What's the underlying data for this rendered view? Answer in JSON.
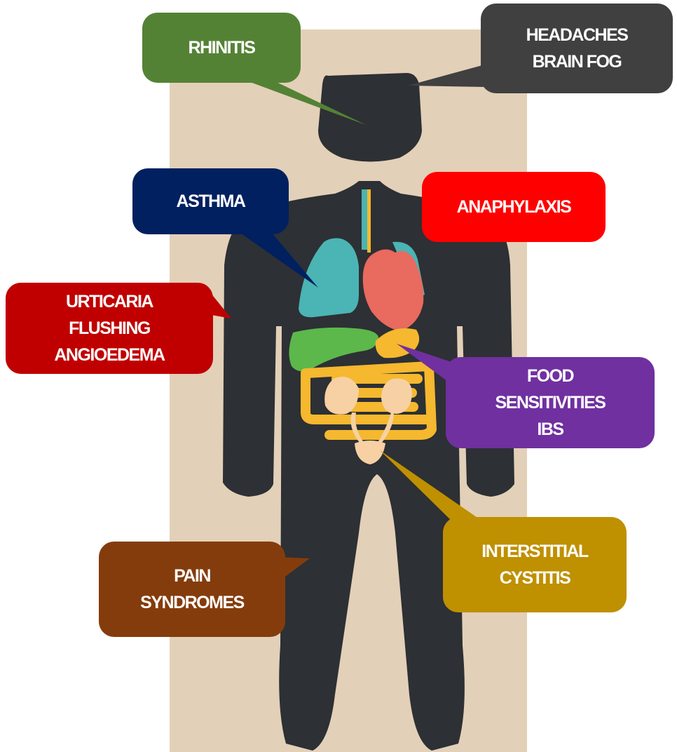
{
  "colors": {
    "background_panel": "#e3d0b8",
    "body": "#2d3034",
    "lungs": "#4bb4b4",
    "heart": "#e96a5e",
    "liver": "#5cb84a",
    "intestines": "#f5b82e",
    "kidneys": "#f7d0a4"
  },
  "callouts": [
    {
      "id": "rhinitis",
      "color": "#548235",
      "lines": [
        "RHINITIS"
      ]
    },
    {
      "id": "headaches",
      "color": "#404040",
      "lines": [
        "HEADACHES",
        "BRAIN FOG"
      ]
    },
    {
      "id": "asthma",
      "color": "#002060",
      "lines": [
        "ASTHMA"
      ]
    },
    {
      "id": "anaphylaxis",
      "color": "#ff0000",
      "lines": [
        "ANAPHYLAXIS"
      ]
    },
    {
      "id": "urticaria",
      "color": "#c00000",
      "lines": [
        "URTICARIA",
        "FLUSHING",
        "ANGIOEDEMA"
      ]
    },
    {
      "id": "food",
      "color": "#7030a0",
      "lines": [
        "FOOD",
        "SENSITIVITIES",
        "IBS"
      ]
    },
    {
      "id": "interstitial",
      "color": "#bf9000",
      "lines": [
        "INTERSTITIAL",
        "CYSTITIS"
      ]
    },
    {
      "id": "pain",
      "color": "#843c0c",
      "lines": [
        "PAIN",
        "SYNDROMES"
      ]
    }
  ]
}
